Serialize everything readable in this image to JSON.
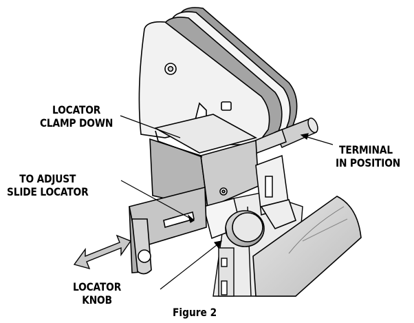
{
  "labels": {
    "locator_clamp": [
      "LOCATOR",
      "CLAMP DOWN"
    ],
    "terminal": [
      "TERMINAL",
      "IN POSITION"
    ],
    "adjust": [
      "TO ADJUST",
      "SLIDE LOCATOR"
    ],
    "knob": [
      "LOCATOR",
      "KNOB"
    ]
  },
  "caption": "Figure 2",
  "colors": {
    "line": "#000000",
    "metal_light": "#f2f2f2",
    "metal_mid": "#cfcfcf",
    "metal_dark": "#a8a8a8",
    "arrow_fill": "#c8c8c8"
  }
}
